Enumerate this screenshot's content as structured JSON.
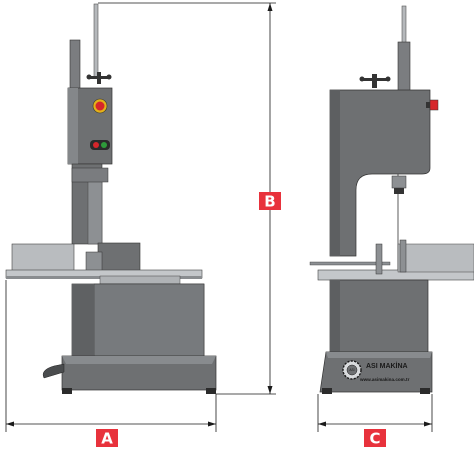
{
  "dimensions": {
    "a_label": "A",
    "b_label": "B",
    "c_label": "C"
  },
  "branding": {
    "name": "ASI MAKİNA",
    "url": "www.asimakina.com.tr",
    "seal_text": "ASİ"
  },
  "colors": {
    "body": "#6e7072",
    "body_dark": "#4d4f51",
    "metal": "#b9bcbf",
    "dim_line": "#1a1a1a",
    "tag_red": "#e8323c",
    "stop_red": "#d6262b",
    "start_green": "#2e9b3a"
  }
}
